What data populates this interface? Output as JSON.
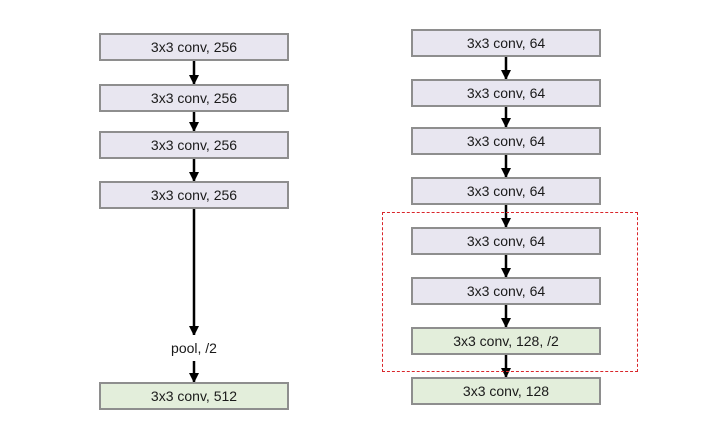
{
  "left_column": {
    "blocks": [
      {
        "label": "3x3 conv, 256"
      },
      {
        "label": "3x3 conv, 256"
      },
      {
        "label": "3x3 conv, 256"
      },
      {
        "label": "3x3 conv, 256"
      }
    ],
    "pool_label": "pool, /2",
    "output_block": {
      "label": "3x3 conv, 512"
    }
  },
  "right_column": {
    "blocks": [
      {
        "label": "3x3 conv, 64"
      },
      {
        "label": "3x3 conv, 64"
      },
      {
        "label": "3x3 conv, 64"
      },
      {
        "label": "3x3 conv, 64"
      },
      {
        "label": "3x3 conv, 64"
      },
      {
        "label": "3x3 conv, 64"
      },
      {
        "label": "3x3 conv, 128, /2"
      },
      {
        "label": "3x3 conv, 128"
      }
    ]
  },
  "colors": {
    "block_fill": "#e8e6f0",
    "downsample_fill": "#e3eedb",
    "block_border": "#8e8e8e",
    "highlight_dash": "#d9262b",
    "arrow": "#000000"
  }
}
